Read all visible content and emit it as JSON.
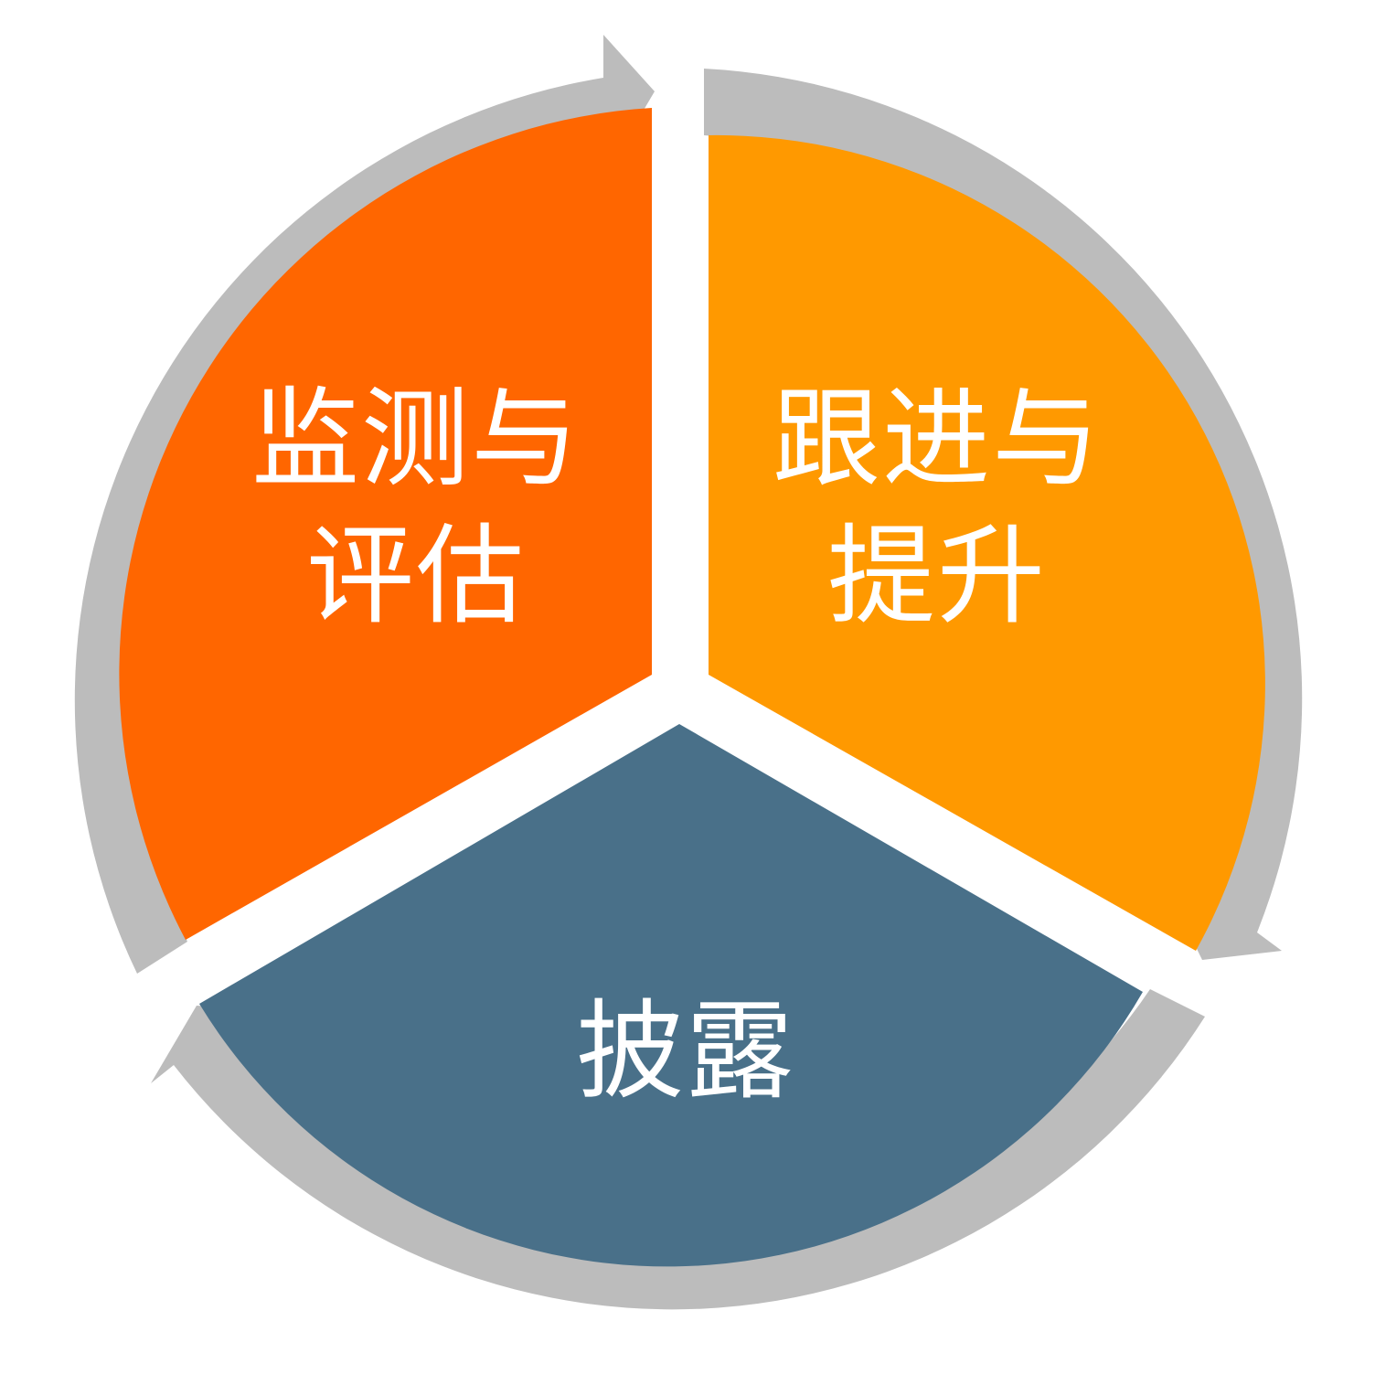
{
  "diagram": {
    "type": "cycle",
    "segments": [
      {
        "id": "monitor",
        "label": "监测与\n评估",
        "color": "#ff6600",
        "position": "top-left"
      },
      {
        "id": "followup",
        "label": "跟进与\n提升",
        "color": "#ff9900",
        "position": "top-right"
      },
      {
        "id": "disclose",
        "label": "披露",
        "color": "#497089",
        "position": "bottom"
      }
    ],
    "arrow_color": "#bcbcbc",
    "direction": "clockwise",
    "flow": [
      "监测与评估",
      "跟进与提升",
      "披露"
    ]
  }
}
